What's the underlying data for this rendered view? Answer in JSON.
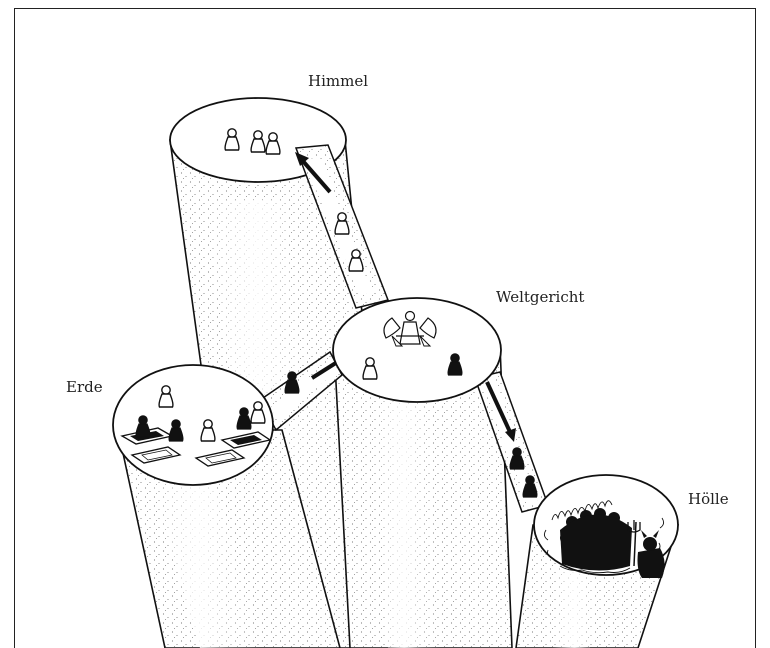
{
  "labels": {
    "heaven": "Himmel",
    "judgment": "Weltgericht",
    "earth": "Erde",
    "hell": "Hölle"
  },
  "colors": {
    "ink": "#111111",
    "paper": "#ffffff",
    "stipple": "#555555"
  },
  "icons": {
    "good_soul": "white-pawn-figure",
    "bad_soul": "black-pawn-figure",
    "angel": "angel-with-scales",
    "devil": "devil-with-trident",
    "grave": "open-grave",
    "flames": "hellfire-flames"
  }
}
